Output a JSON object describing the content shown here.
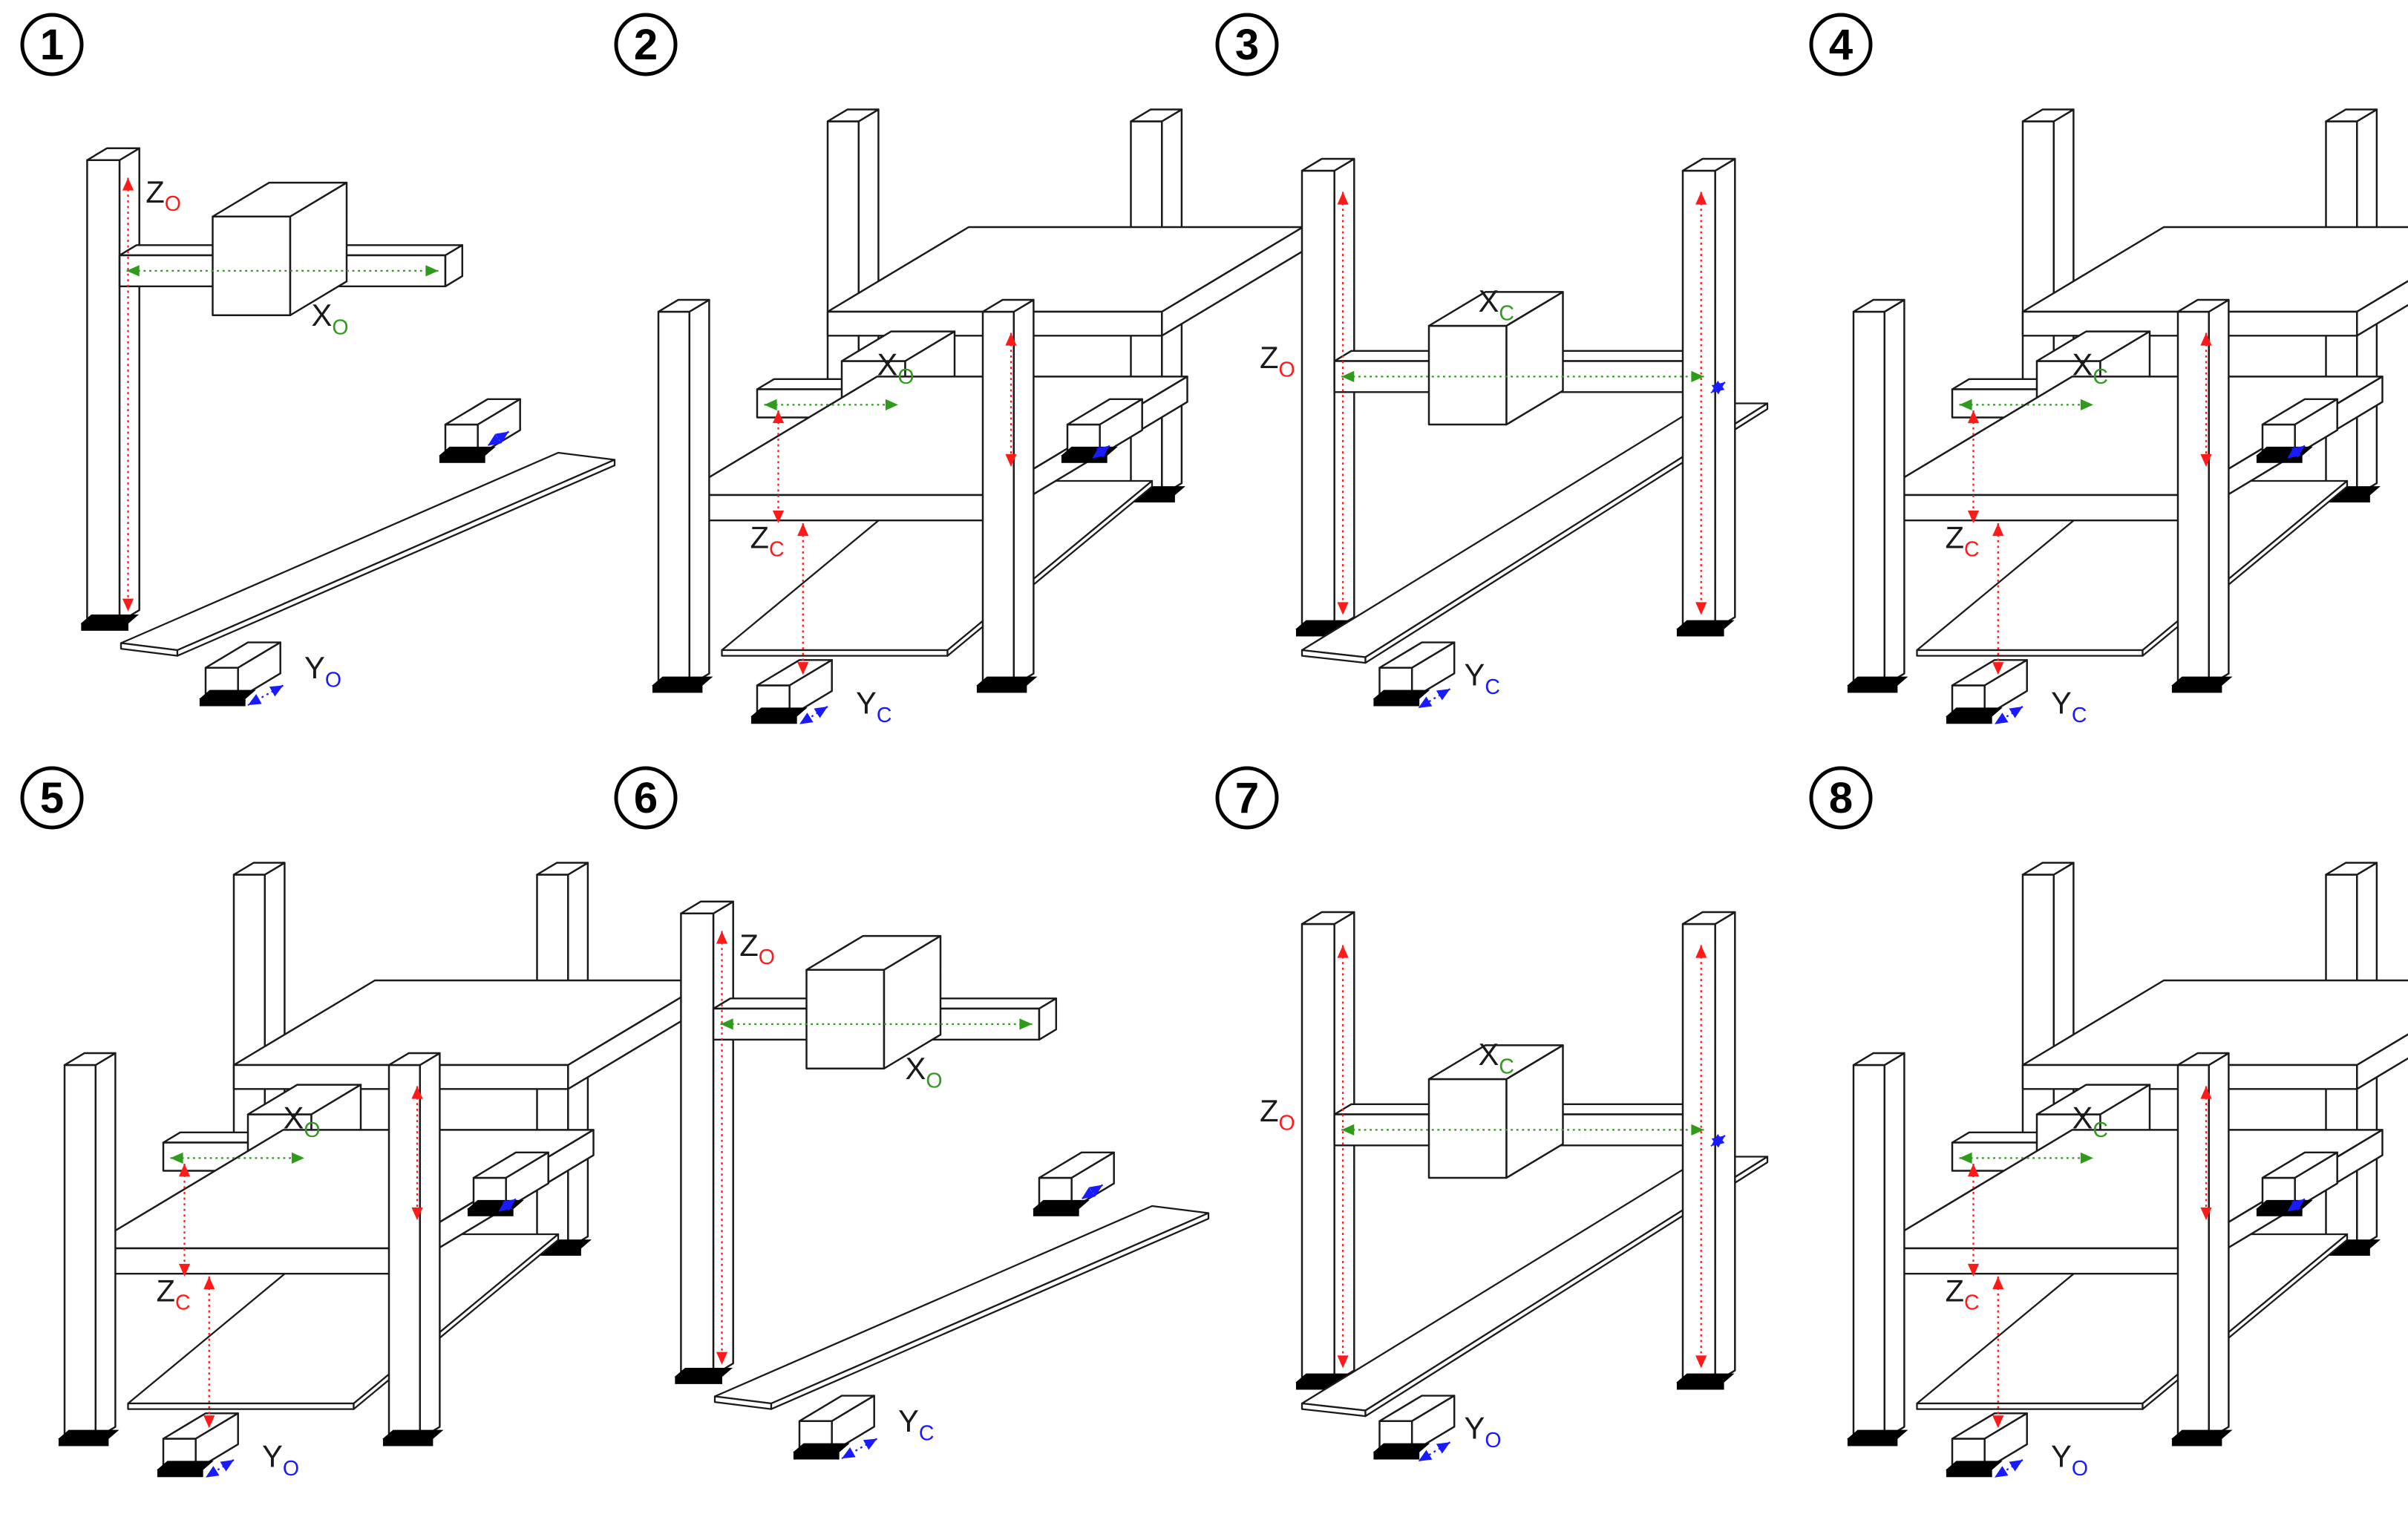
{
  "colors": {
    "z_axis": "#ff1a1a",
    "x_axis": "#2f9a1c",
    "y_axis": "#1a1aff",
    "outline": "#1a1a1a",
    "foot": "#000000"
  },
  "panels": [
    {
      "number": "1",
      "style": "L",
      "z": {
        "base": "Z",
        "sub": "O"
      },
      "x": {
        "base": "X",
        "sub": "O"
      },
      "y": {
        "base": "Y",
        "sub": "O"
      }
    },
    {
      "number": "2",
      "style": "frame",
      "z": {
        "base": "Z",
        "sub": "C"
      },
      "x": {
        "base": "X",
        "sub": "O"
      },
      "y": {
        "base": "Y",
        "sub": "C"
      }
    },
    {
      "number": "3",
      "style": "gantry",
      "z": {
        "base": "Z",
        "sub": "O"
      },
      "x": {
        "base": "X",
        "sub": "C"
      },
      "y": {
        "base": "Y",
        "sub": "C"
      }
    },
    {
      "number": "4",
      "style": "frame",
      "z": {
        "base": "Z",
        "sub": "C"
      },
      "x": {
        "base": "X",
        "sub": "C"
      },
      "y": {
        "base": "Y",
        "sub": "C"
      }
    },
    {
      "number": "5",
      "style": "frame",
      "z": {
        "base": "Z",
        "sub": "C"
      },
      "x": {
        "base": "X",
        "sub": "O"
      },
      "y": {
        "base": "Y",
        "sub": "O"
      }
    },
    {
      "number": "6",
      "style": "L",
      "z": {
        "base": "Z",
        "sub": "O"
      },
      "x": {
        "base": "X",
        "sub": "O"
      },
      "y": {
        "base": "Y",
        "sub": "C"
      }
    },
    {
      "number": "7",
      "style": "gantry",
      "z": {
        "base": "Z",
        "sub": "O"
      },
      "x": {
        "base": "X",
        "sub": "C"
      },
      "y": {
        "base": "Y",
        "sub": "O"
      }
    },
    {
      "number": "8",
      "style": "frame",
      "z": {
        "base": "Z",
        "sub": "C"
      },
      "x": {
        "base": "X",
        "sub": "C"
      },
      "y": {
        "base": "Y",
        "sub": "O"
      }
    }
  ]
}
